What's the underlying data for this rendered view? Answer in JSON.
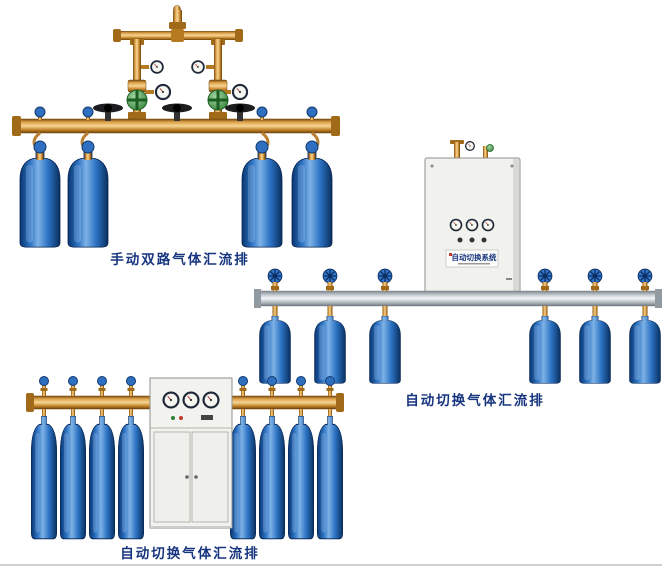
{
  "page": {
    "background": "#ffffff"
  },
  "products": [
    {
      "caption": "手动双路气体汇流排"
    },
    {
      "caption": "自动切换气体汇流排",
      "cabinet_label": "自动切换系统"
    },
    {
      "caption": "自动切换气体汇流排"
    }
  ],
  "colors": {
    "caption_text": "#17357f",
    "brass": "#dda24a",
    "cylinder_blue": "#2c73c4",
    "aluminum_bar": "#d9dee3",
    "cabinet": "#f2f2ee"
  },
  "icons": {
    "gauge": "pressure-gauge-icon",
    "blue_wheel": "valve-handwheel-icon",
    "green_wheel": "regulator-knob-icon"
  }
}
